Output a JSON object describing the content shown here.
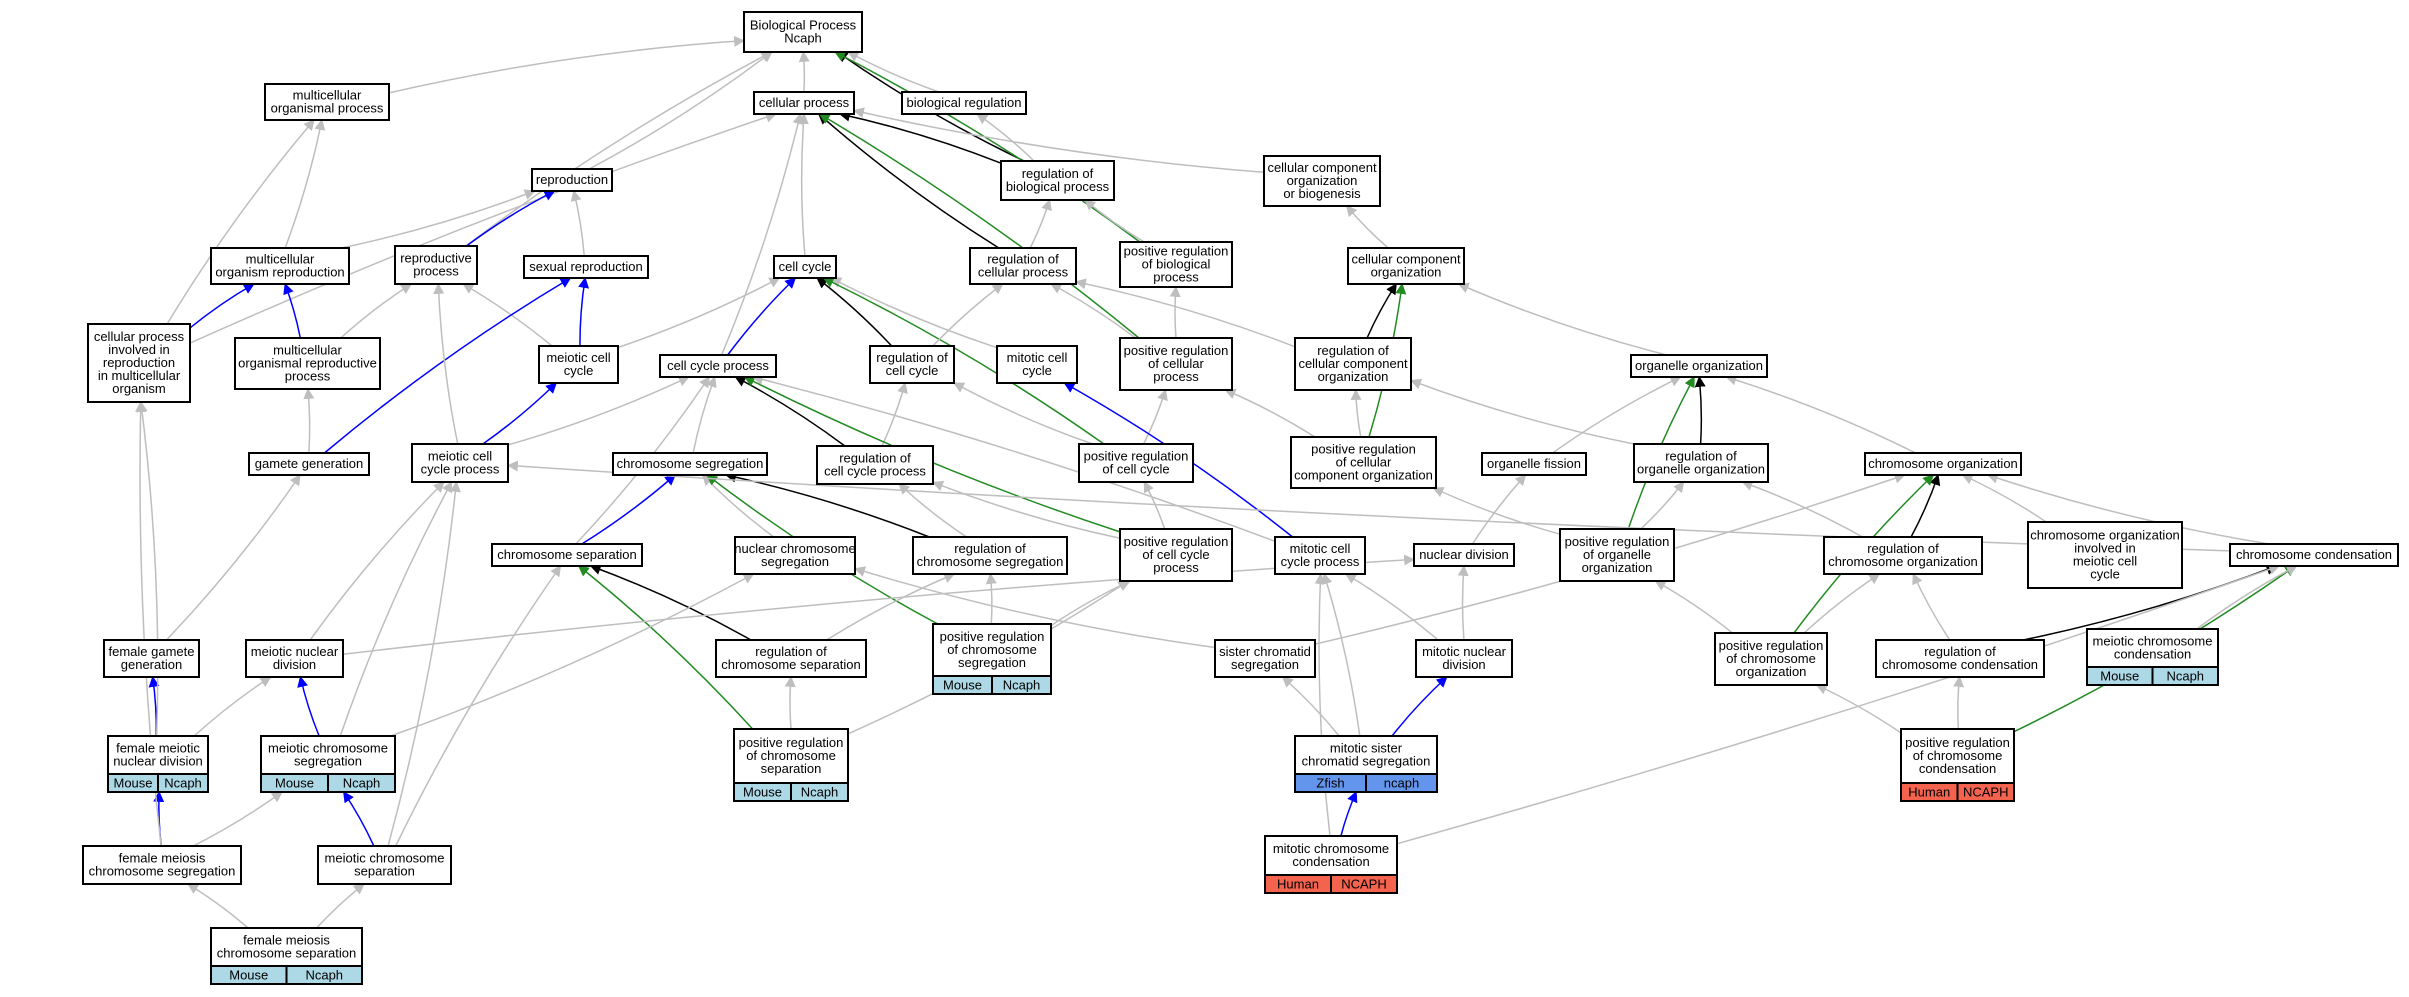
{
  "colors": {
    "gray": "#bebebe",
    "black": "#000000",
    "blue": "#0000ff",
    "green": "#228b22",
    "mouse": "#add8e6",
    "zfish": "#6495ed",
    "human": "#f4634e"
  },
  "nodes": {
    "bp": {
      "lines": [
        "Biological Process",
        "Ncaph"
      ]
    },
    "mop": {
      "lines": [
        "multicellular",
        "organismal process"
      ]
    },
    "cp": {
      "lines": [
        "cellular process"
      ]
    },
    "breg": {
      "lines": [
        "biological regulation"
      ]
    },
    "repro": {
      "lines": [
        "reproduction"
      ]
    },
    "rbp": {
      "lines": [
        "regulation of",
        "biological process"
      ]
    },
    "cco": {
      "lines": [
        "cellular component",
        "organization",
        "or biogenesis"
      ]
    },
    "mor": {
      "lines": [
        "multicellular",
        "organism reproduction"
      ]
    },
    "rp": {
      "lines": [
        "reproductive",
        "process"
      ]
    },
    "sexr": {
      "lines": [
        "sexual reproduction"
      ]
    },
    "cc": {
      "lines": [
        "cell cycle"
      ]
    },
    "rcp": {
      "lines": [
        "regulation of",
        "cellular process"
      ]
    },
    "prbp": {
      "lines": [
        "positive regulation",
        "of biological",
        "process"
      ]
    },
    "ccorg": {
      "lines": [
        "cellular component",
        "organization"
      ]
    },
    "cpimo": {
      "lines": [
        "cellular process",
        "involved in",
        "reproduction",
        "in multicellular",
        "organism"
      ]
    },
    "morp": {
      "lines": [
        "multicellular",
        "organismal reproductive",
        "process"
      ]
    },
    "mcc": {
      "lines": [
        "meiotic cell",
        "cycle"
      ]
    },
    "ccp": {
      "lines": [
        "cell cycle process"
      ]
    },
    "rcc": {
      "lines": [
        "regulation of",
        "cell cycle"
      ]
    },
    "mitcc": {
      "lines": [
        "mitotic cell",
        "cycle"
      ]
    },
    "prcp": {
      "lines": [
        "positive regulation",
        "of cellular",
        "process"
      ]
    },
    "rccorg": {
      "lines": [
        "regulation of",
        "cellular component",
        "organization"
      ]
    },
    "oorg": {
      "lines": [
        "organelle organization"
      ]
    },
    "gg": {
      "lines": [
        "gamete generation"
      ]
    },
    "mccp": {
      "lines": [
        "meiotic cell",
        "cycle process"
      ]
    },
    "cseg": {
      "lines": [
        "chromosome segregation"
      ]
    },
    "rccp": {
      "lines": [
        "regulation of",
        "cell cycle process"
      ]
    },
    "prcc": {
      "lines": [
        "positive regulation",
        "of cell cycle"
      ]
    },
    "prccorg": {
      "lines": [
        "positive regulation",
        "of cellular",
        "component organization"
      ]
    },
    "ofis": {
      "lines": [
        "organelle fission"
      ]
    },
    "roo": {
      "lines": [
        "regulation of",
        "organelle organization"
      ]
    },
    "corg": {
      "lines": [
        "chromosome organization"
      ]
    },
    "csep": {
      "lines": [
        "chromosome separation"
      ]
    },
    "ncseg": {
      "lines": [
        "nuclear chromosome",
        "segregation"
      ]
    },
    "rcseg": {
      "lines": [
        "regulation of",
        "chromosome segregation"
      ]
    },
    "prccp": {
      "lines": [
        "positive regulation",
        "of cell cycle",
        "process"
      ]
    },
    "mccproc": {
      "lines": [
        "mitotic cell",
        "cycle process"
      ]
    },
    "nucdiv": {
      "lines": [
        "nuclear division"
      ]
    },
    "proo": {
      "lines": [
        "positive regulation",
        "of organelle",
        "organization"
      ]
    },
    "rcorg": {
      "lines": [
        "regulation of",
        "chromosome organization"
      ]
    },
    "coimcc": {
      "lines": [
        "chromosome organization",
        "involved in",
        "meiotic cell",
        "cycle"
      ]
    },
    "ccond": {
      "lines": [
        "chromosome condensation"
      ]
    },
    "fgg": {
      "lines": [
        "female gamete",
        "generation"
      ]
    },
    "mnd": {
      "lines": [
        "meiotic nuclear",
        "division"
      ]
    },
    "rcsep": {
      "lines": [
        "regulation of",
        "chromosome separation"
      ]
    },
    "prcseg": {
      "lines": [
        "positive regulation",
        "of chromosome",
        "segregation"
      ],
      "tags": [
        "Mouse",
        "Ncaph"
      ]
    },
    "scs": {
      "lines": [
        "sister chromatid",
        "segregation"
      ]
    },
    "mitnd": {
      "lines": [
        "mitotic nuclear",
        "division"
      ]
    },
    "prcorg": {
      "lines": [
        "positive regulation",
        "of chromosome",
        "organization"
      ]
    },
    "rccond": {
      "lines": [
        "regulation of",
        "chromosome condensation"
      ]
    },
    "mcond": {
      "lines": [
        "meiotic chromosome",
        "condensation"
      ],
      "tags": [
        "Mouse",
        "Ncaph"
      ]
    },
    "fmnd": {
      "lines": [
        "female meiotic",
        "nuclear division"
      ],
      "tags": [
        "Mouse",
        "Ncaph"
      ]
    },
    "mcseg": {
      "lines": [
        "meiotic chromosome",
        "segregation"
      ],
      "tags": [
        "Mouse",
        "Ncaph"
      ]
    },
    "prcsep": {
      "lines": [
        "positive regulation",
        "of chromosome",
        "separation"
      ],
      "tags": [
        "Mouse",
        "Ncaph"
      ]
    },
    "mscs": {
      "lines": [
        "mitotic sister",
        "chromatid segregation"
      ],
      "tags": [
        "Zfish",
        "ncaph"
      ]
    },
    "prccond": {
      "lines": [
        "positive regulation",
        "of chromosome",
        "condensation"
      ],
      "tags": [
        "Human",
        "NCAPH"
      ]
    },
    "fmcs": {
      "lines": [
        "female meiosis",
        "chromosome segregation"
      ]
    },
    "mcsep": {
      "lines": [
        "meiotic chromosome",
        "separation"
      ]
    },
    "mitcond": {
      "lines": [
        "mitotic chromosome",
        "condensation"
      ],
      "tags": [
        "Human",
        "NCAPH"
      ]
    },
    "fmcsep": {
      "lines": [
        "female meiosis",
        "chromosome separation"
      ],
      "tags": [
        "Mouse",
        "Ncaph"
      ]
    }
  },
  "edges": [
    [
      "mop",
      "bp",
      "gray"
    ],
    [
      "cp",
      "bp",
      "gray"
    ],
    [
      "breg",
      "bp",
      "gray"
    ],
    [
      "repro",
      "bp",
      "gray"
    ],
    [
      "rp",
      "bp",
      "gray"
    ],
    [
      "mor",
      "mop",
      "gray"
    ],
    [
      "cpimo",
      "mop",
      "gray"
    ],
    [
      "rbp",
      "cp",
      "black"
    ],
    [
      "rbp",
      "bp",
      "black"
    ],
    [
      "prbp",
      "bp",
      "green"
    ],
    [
      "rcp",
      "cp",
      "black"
    ],
    [
      "prcp",
      "cp",
      "green"
    ],
    [
      "cc",
      "cp",
      "gray"
    ],
    [
      "ccp",
      "cp",
      "gray"
    ],
    [
      "cpimo",
      "cp",
      "gray"
    ],
    [
      "rbp",
      "breg",
      "gray"
    ],
    [
      "cco",
      "cp",
      "gray"
    ],
    [
      "rcp",
      "rbp",
      "gray"
    ],
    [
      "prbp",
      "rbp",
      "gray"
    ],
    [
      "prcp",
      "rcp",
      "gray"
    ],
    [
      "prcp",
      "prbp",
      "gray"
    ],
    [
      "rccorg",
      "rcp",
      "gray"
    ],
    [
      "ccorg",
      "cco",
      "gray"
    ],
    [
      "mor",
      "repro",
      "gray"
    ],
    [
      "rp",
      "repro",
      "blue"
    ],
    [
      "sexr",
      "repro",
      "gray"
    ],
    [
      "cpimo",
      "mor",
      "blue"
    ],
    [
      "morp",
      "mor",
      "blue"
    ],
    [
      "morp",
      "rp",
      "gray"
    ],
    [
      "mcc",
      "rp",
      "gray"
    ],
    [
      "mcc",
      "sexr",
      "blue"
    ],
    [
      "mcc",
      "cc",
      "gray"
    ],
    [
      "gg",
      "sexr",
      "blue"
    ],
    [
      "mccp",
      "mcc",
      "blue"
    ],
    [
      "ccp",
      "cc",
      "blue"
    ],
    [
      "rcc",
      "cc",
      "black"
    ],
    [
      "mitcc",
      "cc",
      "gray"
    ],
    [
      "prcc",
      "cc",
      "green"
    ],
    [
      "rcc",
      "rcp",
      "gray"
    ],
    [
      "rccp",
      "rcc",
      "gray"
    ],
    [
      "prcc",
      "rcc",
      "gray"
    ],
    [
      "prcc",
      "prcp",
      "gray"
    ],
    [
      "rccorg",
      "ccorg",
      "black"
    ],
    [
      "prccorg",
      "ccorg",
      "green"
    ],
    [
      "oorg",
      "ccorg",
      "gray"
    ],
    [
      "prccorg",
      "prcp",
      "gray"
    ],
    [
      "prccorg",
      "rccorg",
      "gray"
    ],
    [
      "gg",
      "morp",
      "gray"
    ],
    [
      "mccp",
      "rp",
      "gray"
    ],
    [
      "mccp",
      "ccp",
      "gray"
    ],
    [
      "cseg",
      "ccp",
      "gray"
    ],
    [
      "rccp",
      "ccp",
      "black"
    ],
    [
      "prccp",
      "ccp",
      "green"
    ],
    [
      "mccproc",
      "mitcc",
      "blue"
    ],
    [
      "prccp",
      "rccp",
      "gray"
    ],
    [
      "prccp",
      "prcc",
      "gray"
    ],
    [
      "ofis",
      "oorg",
      "gray"
    ],
    [
      "roo",
      "oorg",
      "black"
    ],
    [
      "proo",
      "oorg",
      "green"
    ],
    [
      "corg",
      "oorg",
      "gray"
    ],
    [
      "roo",
      "rccorg",
      "gray"
    ],
    [
      "proo",
      "roo",
      "gray"
    ],
    [
      "proo",
      "prccorg",
      "gray"
    ],
    [
      "csep",
      "cseg",
      "blue"
    ],
    [
      "ncseg",
      "cseg",
      "gray"
    ],
    [
      "rcseg",
      "cseg",
      "black"
    ],
    [
      "prcseg",
      "cseg",
      "green"
    ],
    [
      "csep",
      "ccp",
      "gray"
    ],
    [
      "rcseg",
      "rccp",
      "gray"
    ],
    [
      "prcseg",
      "rcseg",
      "gray"
    ],
    [
      "prcseg",
      "prccp",
      "gray"
    ],
    [
      "mccproc",
      "ccp",
      "gray"
    ],
    [
      "nucdiv",
      "ofis",
      "gray"
    ],
    [
      "rcorg",
      "corg",
      "black"
    ],
    [
      "prcorg",
      "corg",
      "green"
    ],
    [
      "coimcc",
      "corg",
      "gray"
    ],
    [
      "ccond",
      "corg",
      "gray"
    ],
    [
      "rcorg",
      "roo",
      "gray"
    ],
    [
      "prcorg",
      "rcorg",
      "gray"
    ],
    [
      "prcorg",
      "proo",
      "gray"
    ],
    [
      "ccond",
      "mccp",
      "gray"
    ],
    [
      "fgg",
      "gg",
      "gray"
    ],
    [
      "mnd",
      "mccp",
      "gray"
    ],
    [
      "rcsep",
      "csep",
      "black"
    ],
    [
      "rcsep",
      "rcseg",
      "gray"
    ],
    [
      "prcsep",
      "csep",
      "green"
    ],
    [
      "prcsep",
      "rcsep",
      "gray"
    ],
    [
      "prcsep",
      "prccp",
      "gray"
    ],
    [
      "scs",
      "ncseg",
      "gray"
    ],
    [
      "scs",
      "corg",
      "gray"
    ],
    [
      "mitnd",
      "nucdiv",
      "gray"
    ],
    [
      "mitnd",
      "mccproc",
      "gray"
    ],
    [
      "mnd",
      "nucdiv",
      "gray"
    ],
    [
      "rccond",
      "ccond",
      "black"
    ],
    [
      "rccond",
      "rcorg",
      "gray"
    ],
    [
      "prccond",
      "ccond",
      "green"
    ],
    [
      "prccond",
      "rccond",
      "gray"
    ],
    [
      "prccond",
      "prcorg",
      "gray"
    ],
    [
      "mcond",
      "ccond",
      "gray"
    ],
    [
      "fmnd",
      "fgg",
      "blue"
    ],
    [
      "fmnd",
      "mnd",
      "gray"
    ],
    [
      "fmnd",
      "cpimo",
      "gray"
    ],
    [
      "mcseg",
      "mnd",
      "blue"
    ],
    [
      "mcseg",
      "ncseg",
      "gray"
    ],
    [
      "mcseg",
      "mccp",
      "gray"
    ],
    [
      "mscs",
      "scs",
      "gray"
    ],
    [
      "mscs",
      "mitnd",
      "blue"
    ],
    [
      "mscs",
      "mccproc",
      "gray"
    ],
    [
      "fmcs",
      "fmnd",
      "blue"
    ],
    [
      "fmcs",
      "mcseg",
      "gray"
    ],
    [
      "fmcs",
      "cpimo",
      "gray"
    ],
    [
      "mcsep",
      "mcseg",
      "blue"
    ],
    [
      "mcsep",
      "csep",
      "gray"
    ],
    [
      "mcsep",
      "mccp",
      "gray"
    ],
    [
      "mitcond",
      "mscs",
      "blue"
    ],
    [
      "mitcond",
      "ccond",
      "gray"
    ],
    [
      "mitcond",
      "mccproc",
      "gray"
    ],
    [
      "fmcsep",
      "fmcs",
      "gray"
    ],
    [
      "fmcsep",
      "mcsep",
      "gray"
    ]
  ]
}
